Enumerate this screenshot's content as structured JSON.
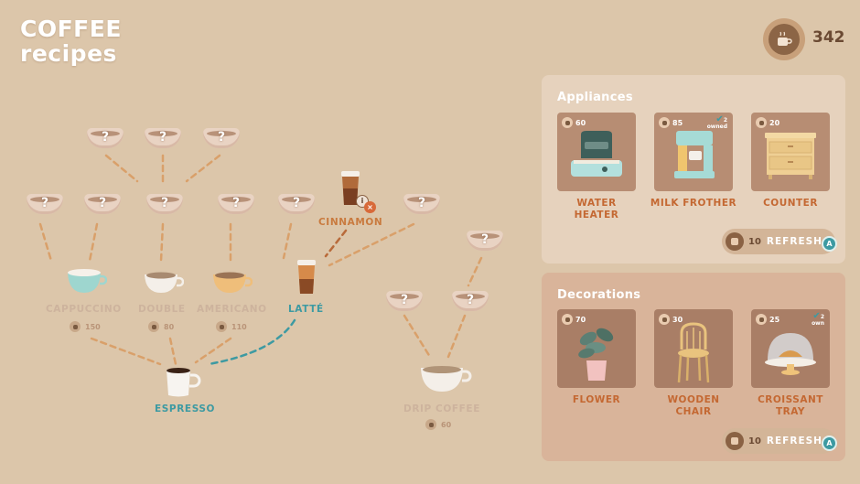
{
  "header": {
    "title_line1": "COFFEE",
    "title_line2": "recipes"
  },
  "currency": {
    "icon": "coffee-coin-icon",
    "amount": "342"
  },
  "tree": {
    "unknown_mark": "?",
    "recipes": {
      "cappuccino": {
        "label": "CAPPUCCINO",
        "price": "150"
      },
      "double": {
        "label": "DOUBLE",
        "price": "80"
      },
      "americano": {
        "label": "AMERICANO",
        "price": "110"
      },
      "latte": {
        "label": "LATTÉ"
      },
      "cinnamon": {
        "label": "CINNAMON"
      },
      "espresso": {
        "label": "ESPRESSO"
      },
      "drip_coffee": {
        "label": "DRIP COFFEE",
        "price": "60"
      }
    },
    "colors": {
      "path_orange": "#d9a06a",
      "path_dark": "#b86a3a",
      "path_teal": "#3d9aa2"
    }
  },
  "appliances": {
    "title": "Appliances",
    "items": [
      {
        "name_line1": "WATER",
        "name_line2": "HEATER",
        "price": "60",
        "icon": "water-heater-icon"
      },
      {
        "name_line1": "MILK FROTHER",
        "name_line2": "",
        "price": "85",
        "owned_count": "2",
        "owned_label": "owned",
        "icon": "milk-frother-icon"
      },
      {
        "name_line1": "COUNTER",
        "name_line2": "",
        "price": "20",
        "icon": "counter-icon"
      }
    ],
    "refresh": {
      "cost": "10",
      "label": "REFRESH",
      "key": "A"
    }
  },
  "decorations": {
    "title": "Decorations",
    "items": [
      {
        "name_line1": "FLOWER",
        "name_line2": "",
        "price": "70",
        "icon": "flower-pot-icon"
      },
      {
        "name_line1": "WOODEN",
        "name_line2": "CHAIR",
        "price": "30",
        "icon": "wooden-chair-icon"
      },
      {
        "name_line1": "CROISSANT",
        "name_line2": "TRAY",
        "price": "25",
        "owned_count": "2",
        "owned_label": "own",
        "icon": "croissant-tray-icon"
      }
    ],
    "refresh": {
      "cost": "10",
      "label": "REFRESH",
      "key": "A"
    }
  }
}
